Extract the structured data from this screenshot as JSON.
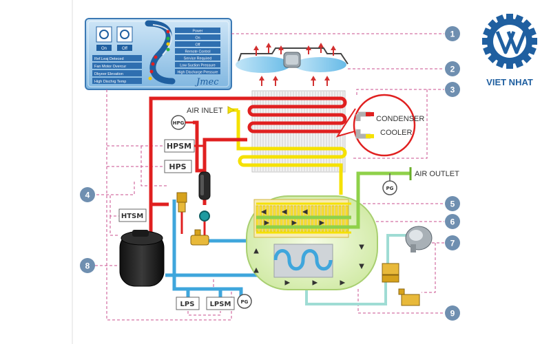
{
  "control_panel": {
    "on_label": "On",
    "off_label": "Off",
    "left_items": [
      "Ref.Leaj Deteced",
      "Fan Motor Overcur",
      "Dbyeer Elevation",
      "High Dischrg Temp"
    ],
    "right_items": [
      "Power",
      "On",
      "Off",
      "Remote Control",
      "Service Required",
      "Low Suction Pressure",
      "High Discharge Pressure"
    ],
    "brand": "Jmec"
  },
  "labels": {
    "air_inlet": "AIR INLET",
    "air_outlet": "AIR OUTLET",
    "condenser": "CONDENSER",
    "cooler": "COOLER",
    "hpg": "HPG",
    "hpsm": "HPSM",
    "hps": "HPS",
    "htsm": "HTSM",
    "lps": "LPS",
    "lpsm": "LPSM",
    "pg_low": "PG",
    "pg_outlet": "PG"
  },
  "callouts": [
    "1",
    "2",
    "3",
    "4",
    "5",
    "6",
    "7",
    "8",
    "9"
  ],
  "logo": {
    "text": "VIET NHAT"
  },
  "colors": {
    "hot_line": "#e02020",
    "cold_line": "#3fa6dc",
    "air_line": "#f5e100",
    "outlet_line": "#8fd14a",
    "callout": "#6f8fb0",
    "tank": "#e4f3c6",
    "panel": "#1f5fa0"
  }
}
